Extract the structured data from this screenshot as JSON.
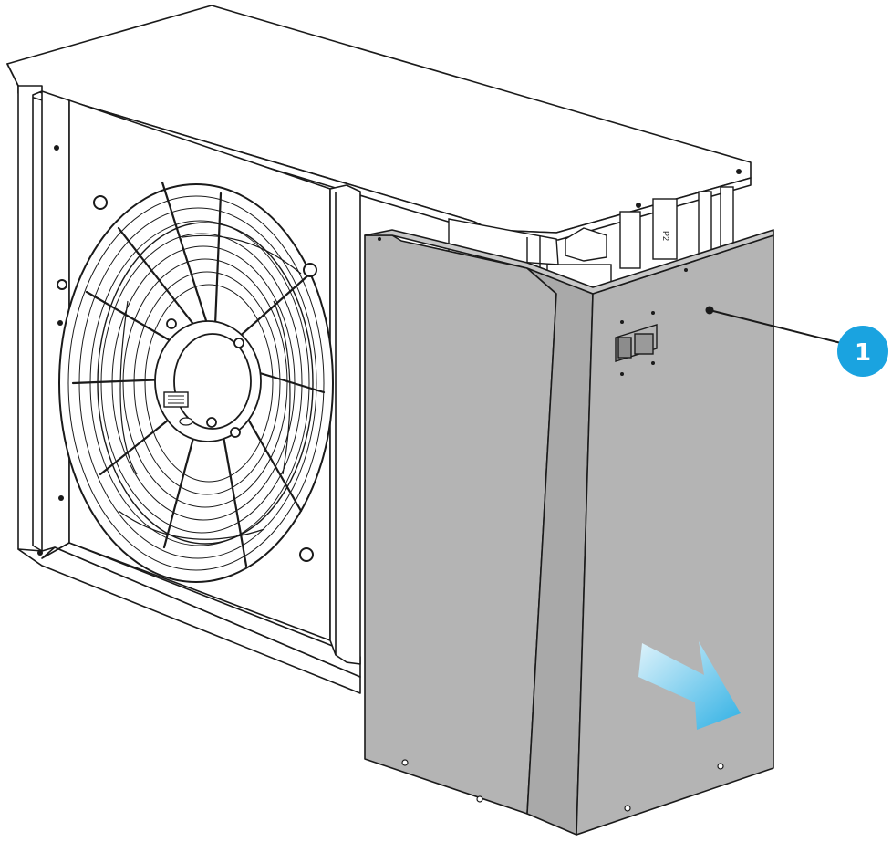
{
  "callouts": [
    {
      "number": "1",
      "target": "front-side-panel"
    }
  ],
  "component_labels": {
    "connection_label": "P2"
  },
  "colors": {
    "panel_gray": "#b4b4b4",
    "panel_gray_dark": "#a9a9a9",
    "callout_blue": "#1aa3e0",
    "arrow_blue_start": "#dff3fb",
    "arrow_blue_end": "#2fb0e4",
    "line": "#1a1a1a"
  },
  "icons": {
    "direction_arrow": "removal-direction-arrow-icon",
    "callout_marker": "callout-badge"
  }
}
